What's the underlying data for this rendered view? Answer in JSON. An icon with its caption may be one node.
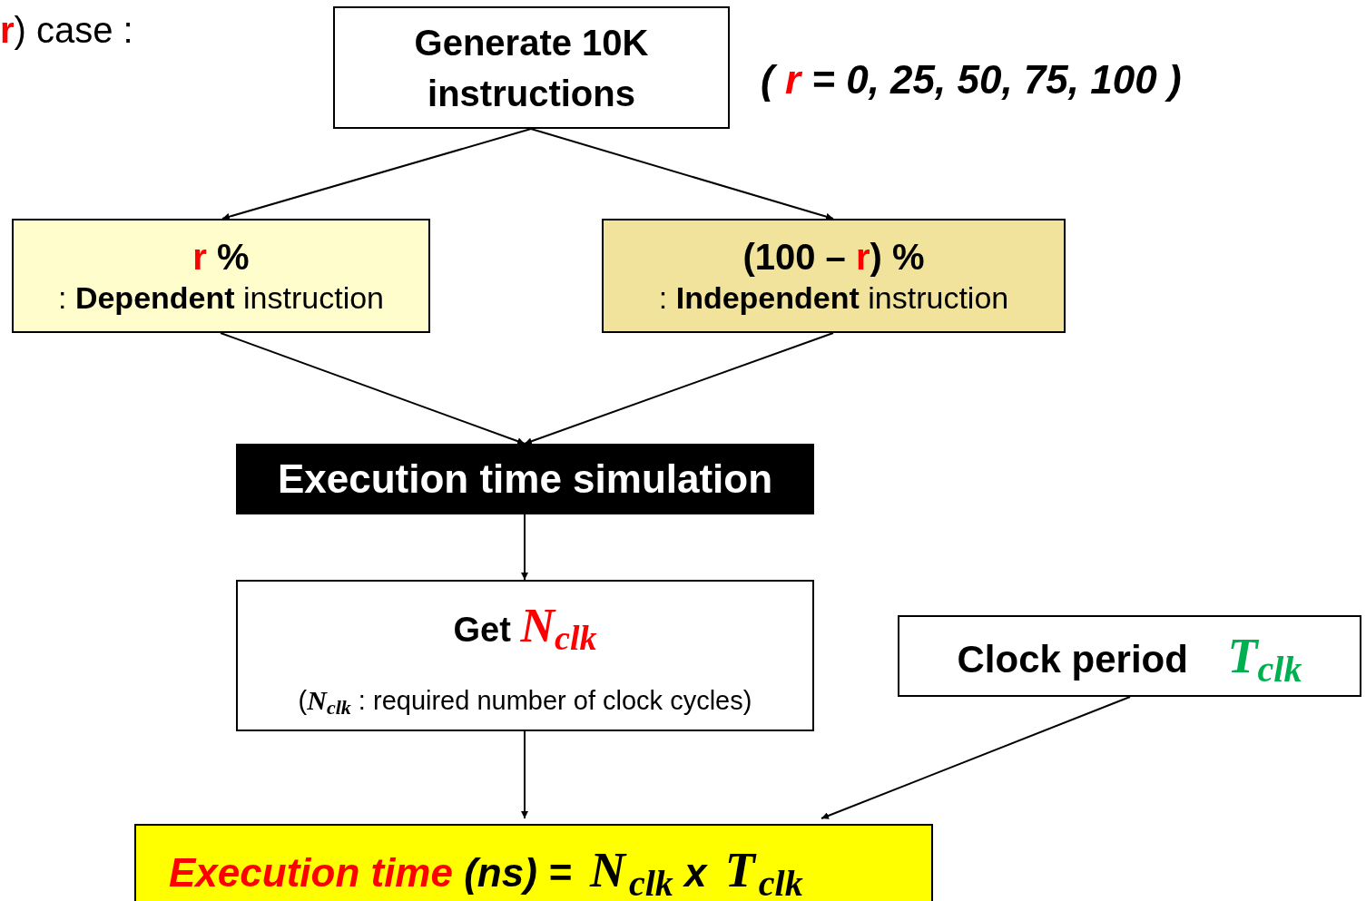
{
  "diagram": {
    "nodes": [
      {
        "text": [
          "Generate 10K instructions"
        ]
      },
      {
        "text": [
          "**r** %",
          ": **Dependent** instruction"
        ]
      },
      {
        "text": [
          "(100 – **r**) %",
          ": **Independent** instruction"
        ]
      },
      {
        "text": [
          "Execution time simulation"
        ]
      },
      {
        "text": [
          "Get *N*$_{clk}$",
          "(*N*$_{clk}$ : required number of clock cycles)"
        ]
      },
      {
        "text": [
          "Clock period *T*$_{clk}$"
        ]
      },
      {
        "text": [
          "**Execution time** (ns) = *N*$_{clk}$ x *T*$_{clk}$"
        ]
      }
    ],
    "edges": [
      {
        "from": 0,
        "to": 1,
        "arrow": "to"
      },
      {
        "from": 0,
        "to": 2,
        "arrow": "to"
      },
      {
        "from": 1,
        "to": 3,
        "arrow": "to"
      },
      {
        "from": 2,
        "to": 3,
        "arrow": "to"
      },
      {
        "from": 3,
        "to": 4,
        "arrow": "to"
      },
      {
        "from": 4,
        "to": 6,
        "arrow": "to"
      },
      {
        "from": 5,
        "to": 6,
        "arrow": "to"
      }
    ],
    "labels": [
      "**r**) case :",
      "( **r** = 0, 25, 50, 75, 100 )"
    ]
  }
}
